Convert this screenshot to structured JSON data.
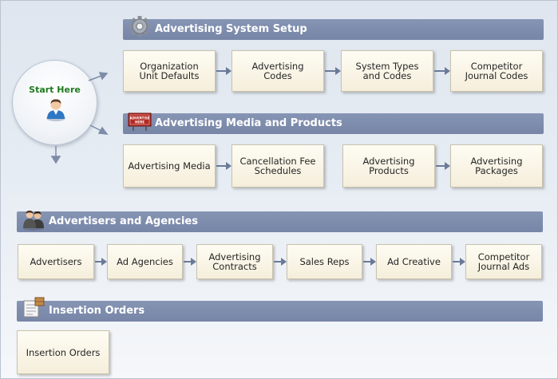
{
  "sections": {
    "setup": {
      "title": "Advertising System Setup",
      "icon": "gear-icon",
      "items": [
        "Organization\nUnit Defaults",
        "Advertising\nCodes",
        "System Types\nand Codes",
        "Competitor\nJournal Codes"
      ]
    },
    "media": {
      "title": "Advertising Media and Products",
      "icon": "advertise-sign-icon",
      "icon_text": "ADVERTISE HERE",
      "items": [
        "Advertising Media",
        "Cancellation Fee\nSchedules",
        "Advertising\nProducts",
        "Advertising\nPackages"
      ]
    },
    "advertisers": {
      "title": "Advertisers and Agencies",
      "icon": "people-icon",
      "items": [
        "Advertisers",
        "Ad Agencies",
        "Advertising\nContracts",
        "Sales Reps",
        "Ad Creative",
        "Competitor\nJournal Ads"
      ]
    },
    "insertion": {
      "title": "Insertion Orders",
      "icon": "order-form-icon",
      "items": [
        "Insertion Orders"
      ]
    }
  },
  "start": {
    "label": "Start Here",
    "icon": "user-icon"
  },
  "colors": {
    "bar": "#7b89aa",
    "card": "#faf6e8",
    "arrow": "#6a7a98",
    "start_text": "#1f7a1f"
  }
}
